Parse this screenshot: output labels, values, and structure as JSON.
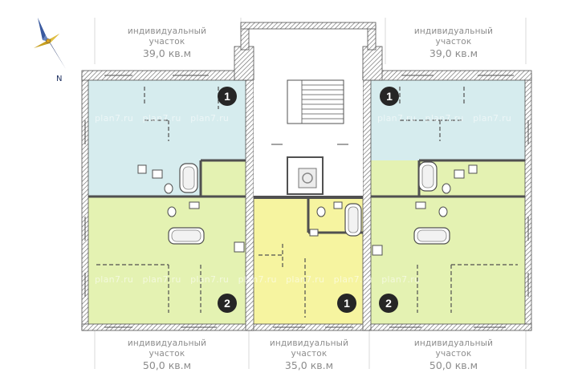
{
  "compass": {
    "north_label": "N"
  },
  "plots": {
    "top_left": {
      "label": "индивидуальный\nучасток",
      "line1": "индивидуальный",
      "line2": "участок",
      "area": "39,0 кв.м"
    },
    "top_right": {
      "line1": "индивидуальный",
      "line2": "участок",
      "area": "39,0 кв.м"
    },
    "bottom_left": {
      "line1": "индивидуальный",
      "line2": "участок",
      "area": "50,0 кв.м"
    },
    "bottom_mid": {
      "line1": "индивидуальный",
      "line2": "участок",
      "area": "35,0 кв.м"
    },
    "bottom_right": {
      "line1": "индивидуальный",
      "line2": "участок",
      "area": "50,0 кв.м"
    }
  },
  "markers": {
    "top_left": "1",
    "top_right": "1",
    "bottom_left": "2",
    "bottom_mid": "1",
    "bottom_right": "2"
  },
  "watermark": "plan7.ru",
  "colors": {
    "type1_unit": "#d6ecee",
    "type2_unit": "#e4f2b2",
    "studio_unit": "#f6f4a0",
    "wall": "#505050",
    "marker_bg": "#262626",
    "marker_text": "#ffffff",
    "label_text": "#8c8c8c"
  }
}
